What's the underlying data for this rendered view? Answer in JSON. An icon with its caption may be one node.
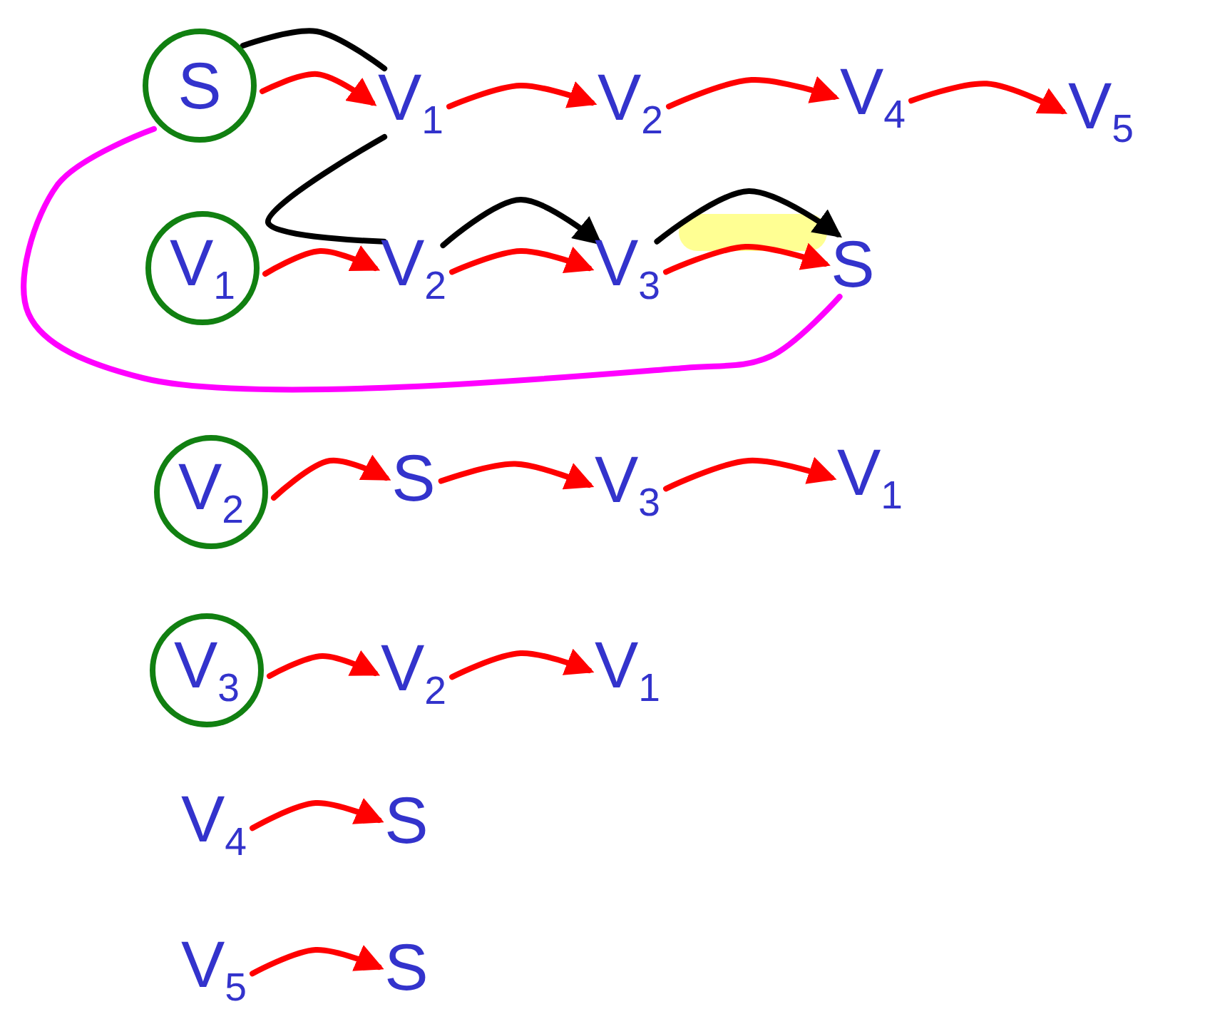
{
  "diagram": {
    "nodes": [
      {
        "text": [
          "S"
        ]
      },
      {
        "text": [
          "V$_{1}$"
        ]
      },
      {
        "text": [
          "V$_{2}$"
        ]
      },
      {
        "text": [
          "V$_{4}$"
        ]
      },
      {
        "text": [
          "V$_{5}$"
        ]
      },
      {
        "text": [
          "V$_{1}$"
        ]
      },
      {
        "text": [
          "V$_{2}$"
        ]
      },
      {
        "text": [
          "V$_{3}$"
        ]
      },
      {
        "text": [
          "S"
        ]
      },
      {
        "text": [
          "V$_{2}$"
        ]
      },
      {
        "text": [
          "S"
        ]
      },
      {
        "text": [
          "V$_{3}$"
        ]
      },
      {
        "text": [
          "V$_{1}$"
        ]
      },
      {
        "text": [
          "V$_{3}$"
        ]
      },
      {
        "text": [
          "V$_{2}$"
        ]
      },
      {
        "text": [
          "V$_{1}$"
        ]
      },
      {
        "text": [
          "V$_{4}$"
        ]
      },
      {
        "text": [
          "S"
        ]
      },
      {
        "text": [
          "V$_{5}$"
        ]
      },
      {
        "text": [
          "S"
        ]
      }
    ],
    "edges": [
      {
        "from": 0,
        "to": 1,
        "arrow": "to"
      },
      {
        "from": 1,
        "to": 2,
        "arrow": "to"
      },
      {
        "from": 2,
        "to": 3,
        "arrow": "to"
      },
      {
        "from": 3,
        "to": 4,
        "arrow": "to"
      },
      {
        "from": 5,
        "to": 6,
        "arrow": "to"
      },
      {
        "from": 6,
        "to": 7,
        "arrow": "to"
      },
      {
        "from": 7,
        "to": 8,
        "arrow": "to"
      },
      {
        "from": 9,
        "to": 10,
        "arrow": "to"
      },
      {
        "from": 10,
        "to": 11,
        "arrow": "to"
      },
      {
        "from": 11,
        "to": 12,
        "arrow": "to"
      },
      {
        "from": 13,
        "to": 14,
        "arrow": "to"
      },
      {
        "from": 14,
        "to": 15,
        "arrow": "to"
      },
      {
        "from": 16,
        "to": 17,
        "arrow": "to"
      },
      {
        "from": 18,
        "to": 19,
        "arrow": "to"
      },
      {
        "from": 0,
        "to": 1,
        "arrow": "none",
        "color": "#000000"
      },
      {
        "from": 1,
        "to": 6,
        "arrow": "none",
        "color": "#000000"
      },
      {
        "from": 6,
        "to": 7,
        "arrow": "to",
        "color": "#000000"
      },
      {
        "from": 7,
        "to": 8,
        "arrow": "to",
        "color": "#000000"
      },
      {
        "from": 0,
        "to": 8,
        "arrow": "none",
        "color": "#ff00ff"
      }
    ]
  }
}
